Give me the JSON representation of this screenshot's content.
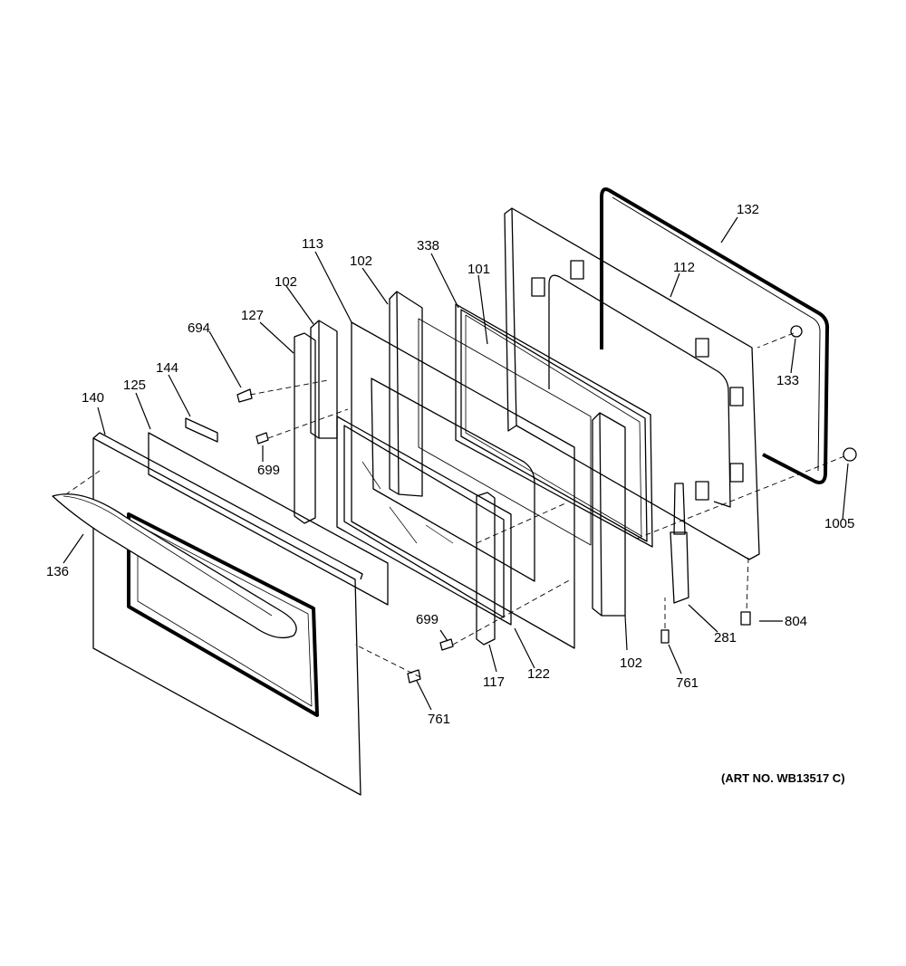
{
  "diagram": {
    "art_number": "(ART NO. WB13517 C)",
    "callouts": [
      {
        "id": "c132",
        "text": "132"
      },
      {
        "id": "c112",
        "text": "112"
      },
      {
        "id": "c113",
        "text": "113"
      },
      {
        "id": "c338",
        "text": "338"
      },
      {
        "id": "c101",
        "text": "101"
      },
      {
        "id": "c102a",
        "text": "102"
      },
      {
        "id": "c102b",
        "text": "102"
      },
      {
        "id": "c102c",
        "text": "102"
      },
      {
        "id": "c127",
        "text": "127"
      },
      {
        "id": "c694",
        "text": "694"
      },
      {
        "id": "c133",
        "text": "133"
      },
      {
        "id": "c144",
        "text": "144"
      },
      {
        "id": "c140",
        "text": "140"
      },
      {
        "id": "c125",
        "text": "125"
      },
      {
        "id": "c699a",
        "text": "699"
      },
      {
        "id": "c699b",
        "text": "699"
      },
      {
        "id": "c1005",
        "text": "1005"
      },
      {
        "id": "c136",
        "text": "136"
      },
      {
        "id": "c804",
        "text": "804"
      },
      {
        "id": "c281",
        "text": "281"
      },
      {
        "id": "c117",
        "text": "117"
      },
      {
        "id": "c122",
        "text": "122"
      },
      {
        "id": "c761a",
        "text": "761"
      },
      {
        "id": "c761b",
        "text": "761"
      }
    ]
  }
}
